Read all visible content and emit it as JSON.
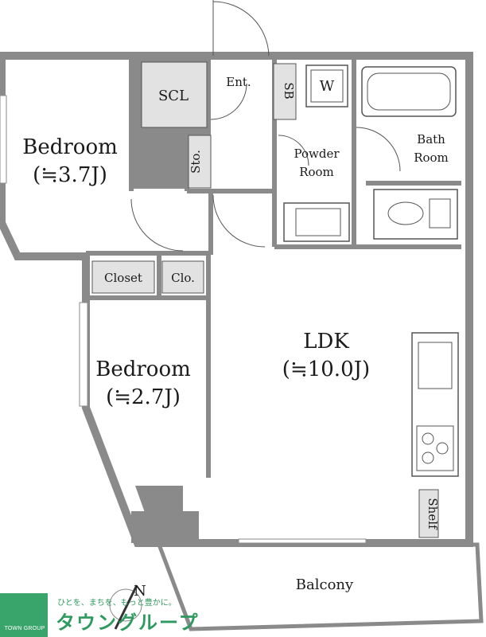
{
  "rooms": {
    "bedroom1": {
      "name": "Bedroom",
      "size": "(≒3.7J)"
    },
    "bedroom2": {
      "name": "Bedroom",
      "size": "(≒2.7J)"
    },
    "ldk": {
      "name": "LDK",
      "size": "(≒10.0J)"
    },
    "scl": "SCL",
    "entrance": "Ent.",
    "sb": "SB",
    "washer": "W",
    "storage": "Sto.",
    "powder1": "Powder",
    "powder2": "Room",
    "bath1": "Bath",
    "bath2": "Room",
    "closet": "Closet",
    "clo": "Clo.",
    "shelf": "Shelf",
    "balcony": "Balcony"
  },
  "compass": {
    "north": "N"
  },
  "logo": {
    "tagline": "ひとを、まちを、もっと豊かに。",
    "name": "タウングループ",
    "small": "TOWN GROUP"
  },
  "colors": {
    "wall": "#8a8a8a",
    "fill": "#e2e2e2",
    "accent": "#3aa56b"
  }
}
